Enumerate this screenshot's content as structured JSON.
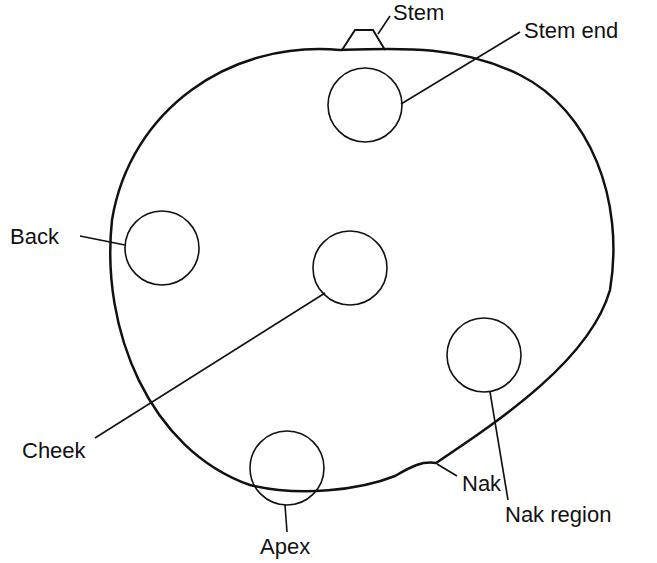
{
  "diagram": {
    "labels": [
      "Stem",
      "Stem end",
      "Back",
      "Cheek",
      "Nak region",
      "Nak",
      "Apex"
    ]
  }
}
